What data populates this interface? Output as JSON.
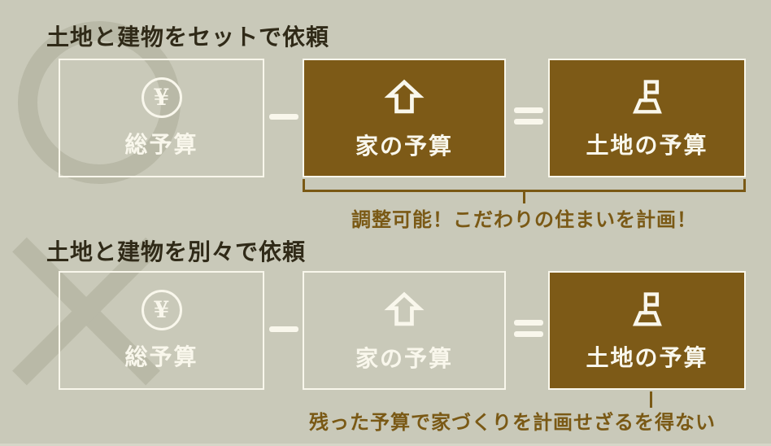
{
  "colors": {
    "background": "#c9c9b9",
    "watermark": "#b9b9a7",
    "box_fill_brown": "#7d5a17",
    "box_outline_cream": "#f9f7ec",
    "heading_text": "#302a18",
    "caption_brown": "#7a5915"
  },
  "icons": {
    "yen_symbol": "¥",
    "yen": "yen-coin-icon",
    "house": "house-icon",
    "land": "land-plot-icon"
  },
  "sections": [
    {
      "heading": "土地と建物をセットで依頼",
      "mark": "circle-good",
      "boxes": [
        {
          "label": "総予算",
          "icon": "yen",
          "variant": "outline"
        },
        {
          "label": "家の予算",
          "icon": "house",
          "variant": "filled"
        },
        {
          "label": "土地の予算",
          "icon": "land",
          "variant": "filled"
        }
      ],
      "operators": [
        "minus",
        "equals"
      ],
      "caption": "調整可能！こだわりの住まいを計画！"
    },
    {
      "heading": "土地と建物を別々で依頼",
      "mark": "cross-bad",
      "boxes": [
        {
          "label": "総予算",
          "icon": "yen",
          "variant": "outline"
        },
        {
          "label": "家の予算",
          "icon": "house",
          "variant": "outline"
        },
        {
          "label": "土地の予算",
          "icon": "land",
          "variant": "filled"
        }
      ],
      "operators": [
        "minus",
        "equals"
      ],
      "caption": "残った予算で家づくりを計画せざるを得ない"
    }
  ]
}
